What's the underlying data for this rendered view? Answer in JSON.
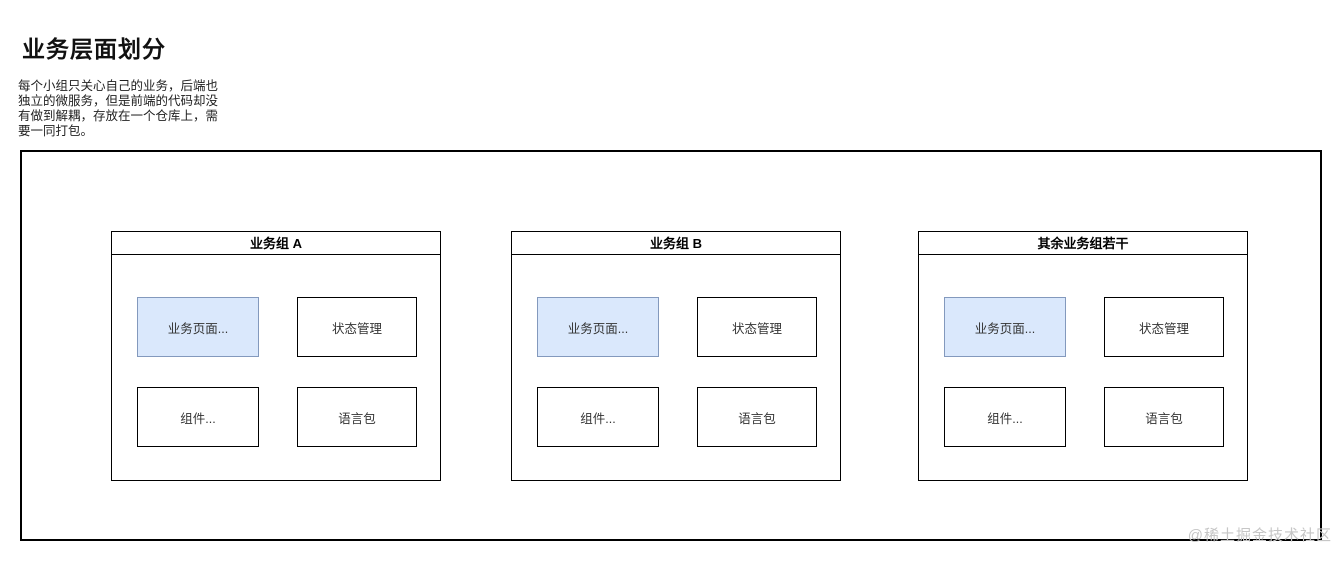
{
  "page": {
    "title": "业务层面划分",
    "description": "每个小组只关心自己的业务，后端也独立的微服务，但是前端的代码却没有做到解耦，存放在一个仓库上，需要一同打包。",
    "watermark": "@稀土掘金技术社区"
  },
  "diagram": {
    "groups": [
      {
        "title": "业务组 A",
        "boxes": [
          {
            "label": "业务页面...",
            "highlighted": true
          },
          {
            "label": "状态管理",
            "highlighted": false
          },
          {
            "label": "组件...",
            "highlighted": false
          },
          {
            "label": "语言包",
            "highlighted": false
          }
        ]
      },
      {
        "title": "业务组 B",
        "boxes": [
          {
            "label": "业务页面...",
            "highlighted": true
          },
          {
            "label": "状态管理",
            "highlighted": false
          },
          {
            "label": "组件...",
            "highlighted": false
          },
          {
            "label": "语言包",
            "highlighted": false
          }
        ]
      },
      {
        "title": "其余业务组若干",
        "boxes": [
          {
            "label": "业务页面...",
            "highlighted": true
          },
          {
            "label": "状态管理",
            "highlighted": false
          },
          {
            "label": "组件...",
            "highlighted": false
          },
          {
            "label": "语言包",
            "highlighted": false
          }
        ]
      }
    ],
    "colors": {
      "highlight_fill": "#dae8fc",
      "highlight_border": "#8399bd",
      "box_border": "#000000",
      "watermark_text": "#c6c6c6"
    }
  }
}
